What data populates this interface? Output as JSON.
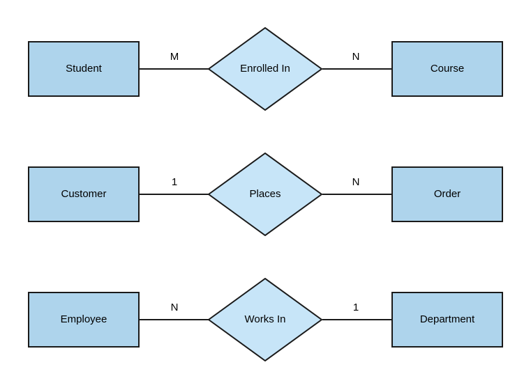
{
  "diagram": {
    "type": "entity-relationship",
    "colors": {
      "background": "#FFFFFF",
      "entity_fill": "#AED4EC",
      "relationship_fill": "#C7E5F8",
      "stroke": "#1A1A1A",
      "text": "#000000"
    },
    "rows": [
      {
        "left_entity": "Student",
        "left_cardinality": "M",
        "relationship": "Enrolled In",
        "right_cardinality": "N",
        "right_entity": "Course"
      },
      {
        "left_entity": "Customer",
        "left_cardinality": "1",
        "relationship": "Places",
        "right_cardinality": "N",
        "right_entity": "Order"
      },
      {
        "left_entity": "Employee",
        "left_cardinality": "N",
        "relationship": "Works In",
        "right_cardinality": "1",
        "right_entity": "Department"
      }
    ]
  }
}
